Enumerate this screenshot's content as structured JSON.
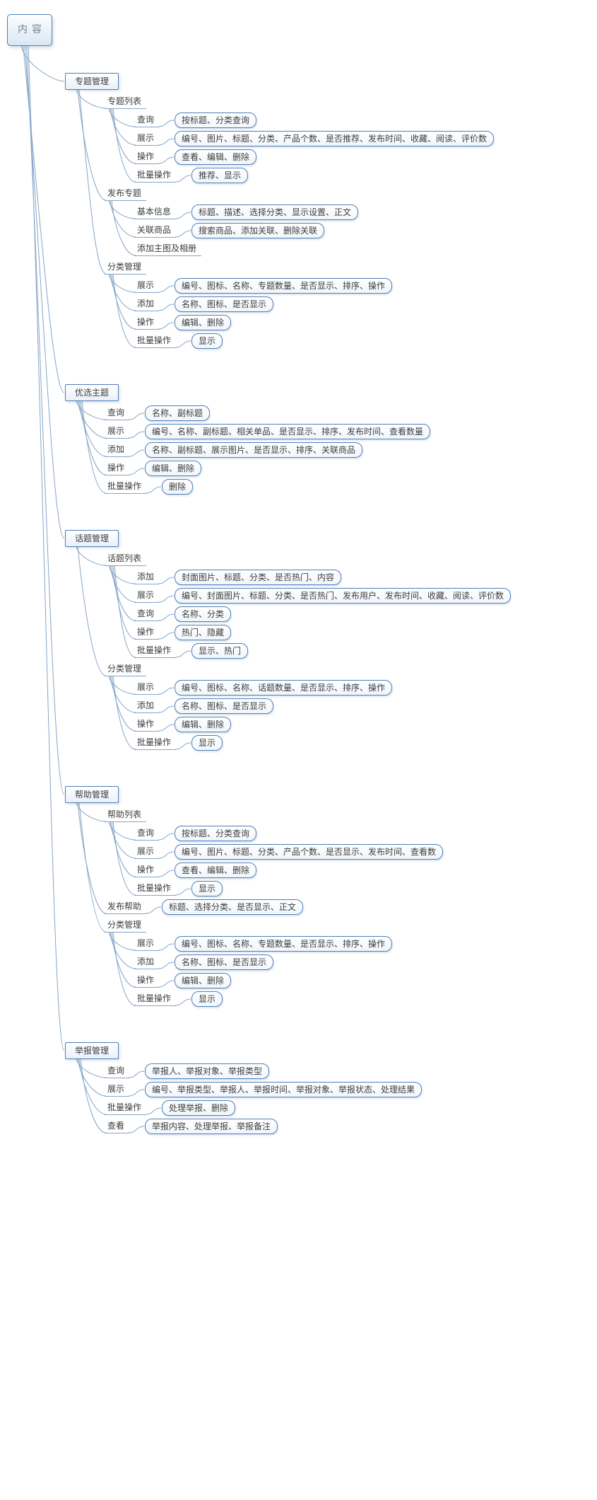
{
  "app": {
    "diagram_type": "mind-map",
    "root_topic": "内容"
  },
  "style": {
    "node_border": "#4e7fba",
    "connector": "#86a5c7",
    "text": "#3c3c3c",
    "root_text": "#75828f",
    "background": "#ffffff"
  },
  "tree": {
    "text": "内容",
    "children": [
      {
        "text": "专题管理",
        "children": [
          {
            "text": "专题列表",
            "children": [
              {
                "text": "查询",
                "leaf": "按标题、分类查询"
              },
              {
                "text": "展示",
                "leaf": "编号、图片、标题、分类、产品个数、是否推荐、发布时间、收藏、阅读、评价数"
              },
              {
                "text": "操作",
                "leaf": "查看、编辑、删除"
              },
              {
                "text": "批量操作",
                "leaf": "推荐、显示"
              }
            ]
          },
          {
            "text": "发布专题",
            "children": [
              {
                "text": "基本信息",
                "leaf": "标题、描述、选择分类、显示设置、正文"
              },
              {
                "text": "关联商品",
                "leaf": "搜索商品、添加关联、删除关联"
              },
              {
                "text": "添加主图及相册"
              }
            ]
          },
          {
            "text": "分类管理",
            "children": [
              {
                "text": "展示",
                "leaf": "编号、图标、名称、专题数量、是否显示、排序、操作"
              },
              {
                "text": "添加",
                "leaf": "名称、图标、是否显示"
              },
              {
                "text": "操作",
                "leaf": "编辑、删除"
              },
              {
                "text": "批量操作",
                "leaf": "显示"
              }
            ]
          }
        ]
      },
      {
        "text": "优选主题",
        "children": [
          {
            "text": "查询",
            "leaf": "名称、副标题"
          },
          {
            "text": "展示",
            "leaf": "编号、名称、副标题、相关单品、是否显示、排序、发布时间、查看数量"
          },
          {
            "text": "添加",
            "leaf": "名称、副标题、展示图片、是否显示、排序、关联商品"
          },
          {
            "text": "操作",
            "leaf": "编辑、删除"
          },
          {
            "text": "批量操作",
            "leaf": "删除"
          }
        ]
      },
      {
        "text": "话题管理",
        "children": [
          {
            "text": "话题列表",
            "children": [
              {
                "text": "添加",
                "leaf": "封面图片、标题、分类、是否热门、内容"
              },
              {
                "text": "展示",
                "leaf": "编号、封面图片、标题、分类、是否热门、发布用户、发布时间、收藏、阅读、评价数"
              },
              {
                "text": "查询",
                "leaf": "名称、分类"
              },
              {
                "text": "操作",
                "leaf": "热门、隐藏"
              },
              {
                "text": "批量操作",
                "leaf": "显示、热门"
              }
            ]
          },
          {
            "text": "分类管理",
            "children": [
              {
                "text": "展示",
                "leaf": "编号、图标、名称、话题数量、是否显示、排序、操作"
              },
              {
                "text": "添加",
                "leaf": "名称、图标、是否显示"
              },
              {
                "text": "操作",
                "leaf": "编辑、删除"
              },
              {
                "text": "批量操作",
                "leaf": "显示"
              }
            ]
          }
        ]
      },
      {
        "text": "帮助管理",
        "children": [
          {
            "text": "帮助列表",
            "children": [
              {
                "text": "查询",
                "leaf": "按标题、分类查询"
              },
              {
                "text": "展示",
                "leaf": "编号、图片、标题、分类、产品个数、是否显示、发布时间、查看数"
              },
              {
                "text": "操作",
                "leaf": "查看、编辑、删除"
              },
              {
                "text": "批量操作",
                "leaf": "显示"
              }
            ]
          },
          {
            "text": "发布帮助",
            "leaf": "标题、选择分类、是否显示、正文"
          },
          {
            "text": "分类管理",
            "children": [
              {
                "text": "展示",
                "leaf": "编号、图标、名称、专题数量、是否显示、排序、操作"
              },
              {
                "text": "添加",
                "leaf": "名称、图标、是否显示"
              },
              {
                "text": "操作",
                "leaf": "编辑、删除"
              },
              {
                "text": "批量操作",
                "leaf": "显示"
              }
            ]
          }
        ]
      },
      {
        "text": "举报管理",
        "children": [
          {
            "text": "查询",
            "leaf": "举报人、举报对象、举报类型"
          },
          {
            "text": "展示",
            "leaf": "编号、举报类型、举报人、举报时间、举报对象、举报状态、处理结果"
          },
          {
            "text": "批量操作",
            "leaf": "处理举报、删除"
          },
          {
            "text": "查看",
            "leaf": "举报内容、处理举报、举报备注"
          }
        ]
      }
    ]
  }
}
